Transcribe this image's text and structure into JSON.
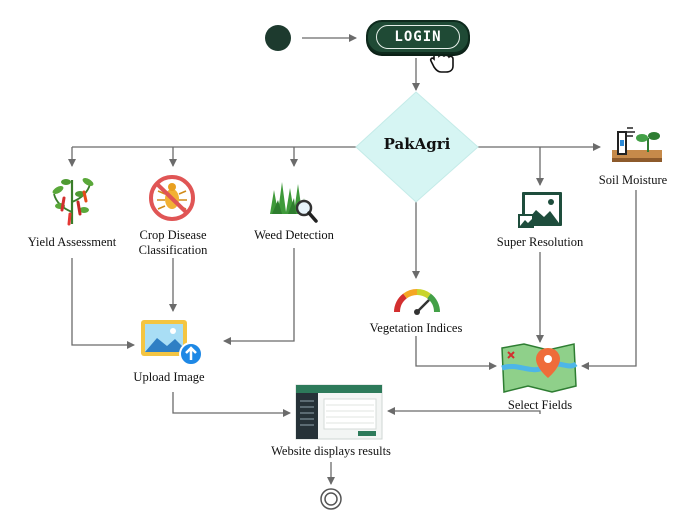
{
  "login": {
    "label": "LOGIN"
  },
  "hub": {
    "label": "PakAgri"
  },
  "nodes": {
    "yield_assessment": "Yield Assessment",
    "crop_disease_line1": "Crop Disease",
    "crop_disease_line2": "Classification",
    "weed_detection": "Weed Detection",
    "vegetation_indices": "Vegetation Indices",
    "super_resolution": "Super Resolution",
    "soil_moisture": "Soil Moisture",
    "upload_image": "Upload Image",
    "select_fields": "Select Fields",
    "website_results": "Website displays results"
  },
  "colors": {
    "line": "#6b6b6b",
    "hub_fill": "#d6f5f3",
    "login_bg": "#1f4a35",
    "start_node": "#1d3a2e"
  },
  "icons": [
    "plant-icon",
    "no-bug-icon",
    "grass-magnifier-icon",
    "gauge-icon",
    "landscape-photo-icon",
    "soil-sensor-icon",
    "upload-image-icon",
    "map-pin-icon",
    "website-screen-icon"
  ]
}
